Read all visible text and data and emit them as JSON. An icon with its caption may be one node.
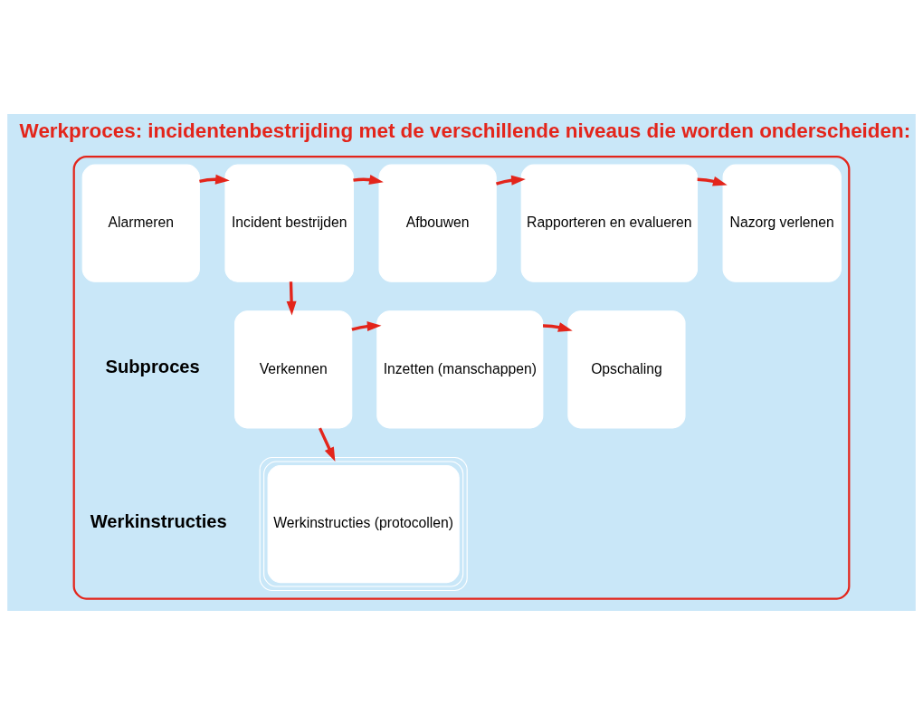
{
  "diagram": {
    "title": "Werkproces: incidentenbestrijding met de verschillende niveaus die worden onderscheiden:",
    "nodes": [
      {
        "text": [],
        "shape": "box"
      },
      {
        "text": [
          "Alarmeren"
        ],
        "in": 0
      },
      {
        "text": [
          "Incident bestrijden"
        ],
        "in": 0
      },
      {
        "text": [
          "Afbouwen"
        ],
        "in": 0
      },
      {
        "text": [
          "Rapporteren en evalueren"
        ],
        "in": 0
      },
      {
        "text": [
          "Nazorg verlenen"
        ],
        "in": 0
      },
      {
        "text": [
          "Verkennen"
        ],
        "in": 0
      },
      {
        "text": [
          "Inzetten (manschappen)"
        ],
        "in": 0
      },
      {
        "text": [
          "Opschaling"
        ],
        "in": 0
      },
      {
        "text": [
          "Werkinstructies (protocollen)"
        ],
        "in": 0
      }
    ],
    "edges": [
      {
        "from": 1,
        "to": 2,
        "arrow": "to"
      },
      {
        "from": 2,
        "to": 3,
        "arrow": "to"
      },
      {
        "from": 3,
        "to": 4,
        "arrow": "to"
      },
      {
        "from": 4,
        "to": 5,
        "arrow": "to"
      },
      {
        "from": 2,
        "to": 6,
        "arrow": "to"
      },
      {
        "from": 6,
        "to": 7,
        "arrow": "to"
      },
      {
        "from": 7,
        "to": 8,
        "arrow": "to"
      },
      {
        "from": 6,
        "to": 9,
        "arrow": "to"
      }
    ],
    "labels": [
      "Subproces",
      "Werkinstructies"
    ]
  }
}
